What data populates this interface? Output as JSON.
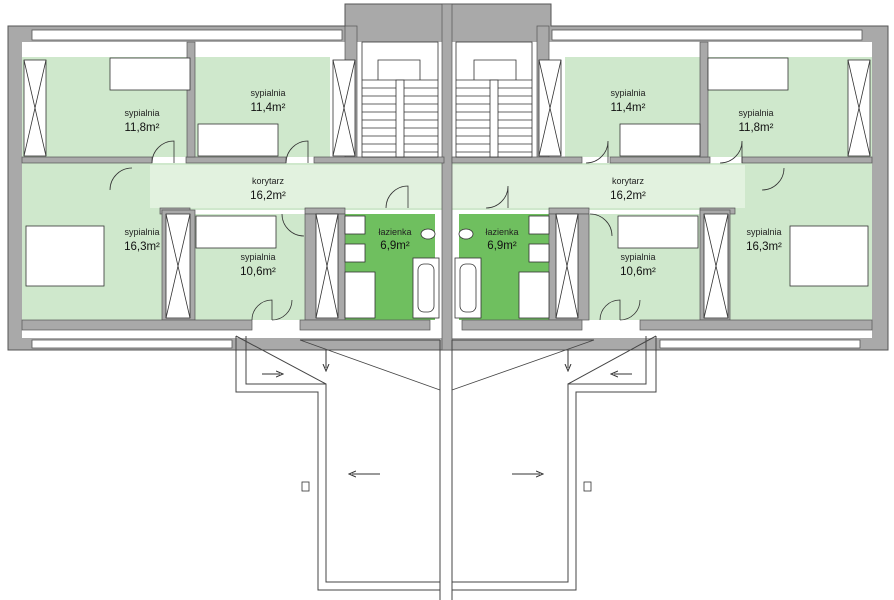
{
  "colors": {
    "wall": "#a9a9a9",
    "wall_stroke": "#555555",
    "room_light_green": "#cfe8cc",
    "corridor_green": "#dcefd9",
    "bathroom_green": "#6fbf5f",
    "line": "#333333"
  },
  "rooms": [
    {
      "id": "left-bedroom-top-left",
      "name": "sypialnia",
      "area": "11,8m²"
    },
    {
      "id": "left-bedroom-top-mid",
      "name": "sypialnia",
      "area": "11,4m²"
    },
    {
      "id": "left-corridor",
      "name": "korytarz",
      "area": "16,2m²"
    },
    {
      "id": "left-bedroom-bottom-left",
      "name": "sypialnia",
      "area": "16,3m²"
    },
    {
      "id": "left-bedroom-bottom-mid",
      "name": "sypialnia",
      "area": "10,6m²"
    },
    {
      "id": "left-bathroom",
      "name": "łazienka",
      "area": "6,9m²"
    },
    {
      "id": "right-bathroom",
      "name": "łazienka",
      "area": "6,9m²"
    },
    {
      "id": "right-bedroom-top-mid",
      "name": "sypialnia",
      "area": "11,4m²"
    },
    {
      "id": "right-corridor",
      "name": "korytarz",
      "area": "16,2m²"
    },
    {
      "id": "right-bedroom-bottom-mid",
      "name": "sypialnia",
      "area": "10,6m²"
    },
    {
      "id": "right-bedroom-top-right",
      "name": "sypialnia",
      "area": "11,8m²"
    },
    {
      "id": "right-bedroom-bottom-right",
      "name": "sypialnia",
      "area": "16,3m²"
    }
  ]
}
